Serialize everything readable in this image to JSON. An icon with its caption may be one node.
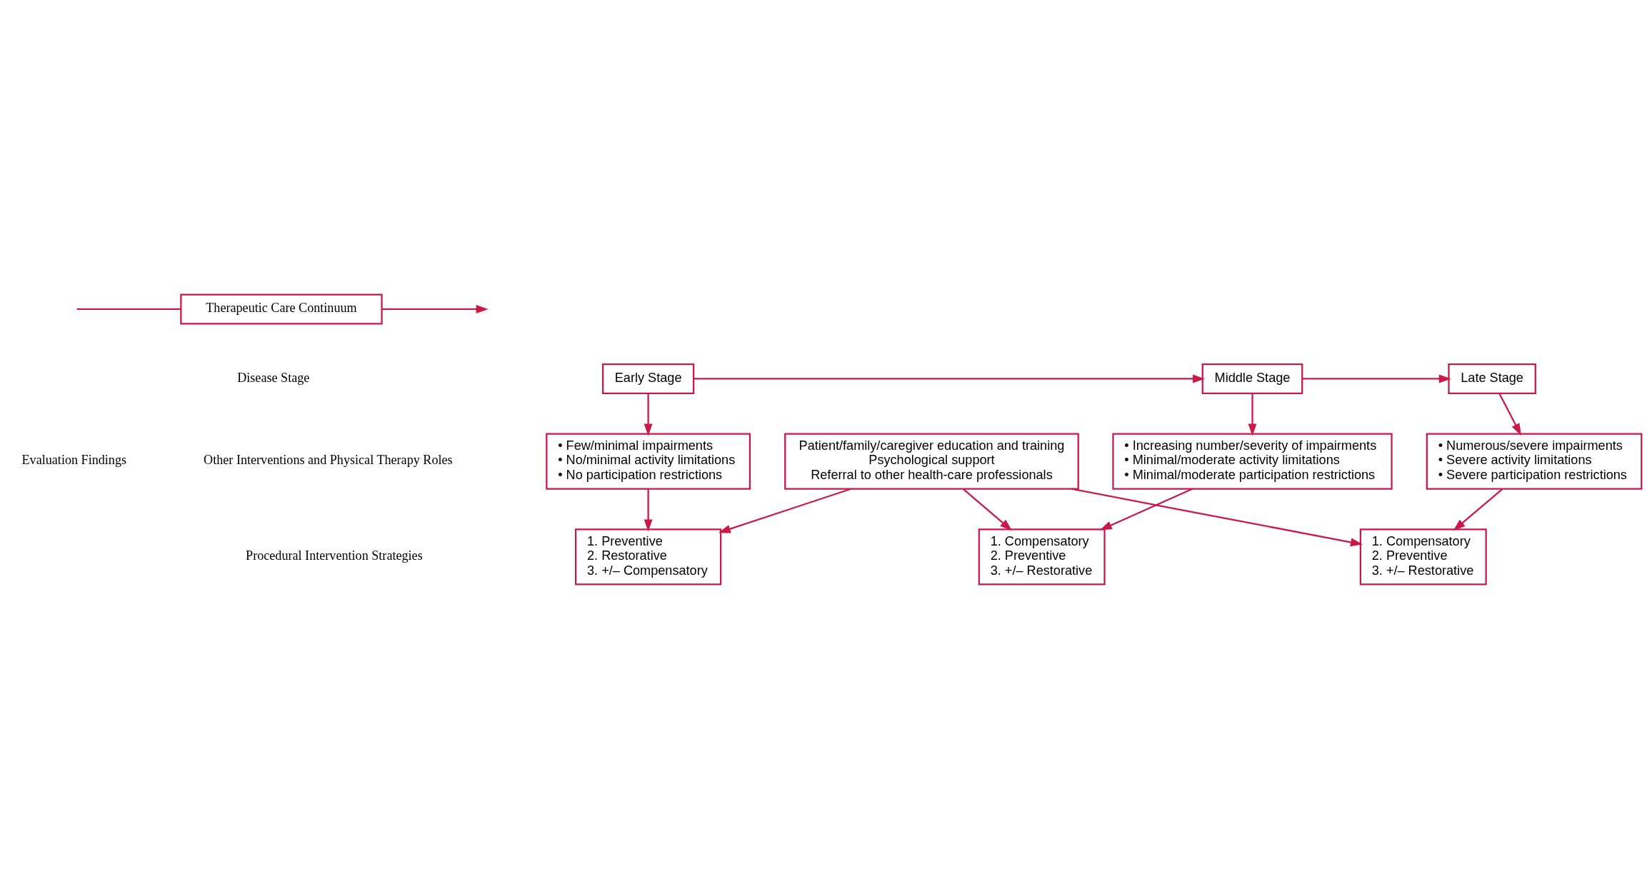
{
  "diagram": {
    "nodes": [
      {
        "text": [
          "Therapeutic Care Continuum"
        ]
      },
      {
        "text": [
          "Early Stage"
        ]
      },
      {
        "text": [
          "Middle Stage"
        ]
      },
      {
        "text": [
          "Late Stage"
        ]
      },
      {
        "text": [
          "• Few/minimal impairments",
          "• No/minimal activity limitations",
          "• No participation restrictions"
        ]
      },
      {
        "text": [
          "• Increasing number/severity of impairments",
          "• Minimal/moderate activity limitations",
          "• Minimal/moderate participation restrictions"
        ]
      },
      {
        "text": [
          "• Numerous/severe impairments",
          "• Severe activity limitations",
          "• Severe participation restrictions"
        ]
      },
      {
        "text": [
          "1. Preventive",
          "2. Restorative",
          "3. +/– Compensatory"
        ]
      },
      {
        "text": [
          "1. Compensatory",
          "2. Preventive",
          "3. +/– Restorative"
        ]
      },
      {
        "text": [
          "1. Compensatory",
          "2. Preventive",
          "3. +/– Restorative"
        ]
      },
      {
        "text": [
          "Patient/family/caregiver education and training",
          "Psychological support",
          "Referral to other health-care professionals"
        ]
      }
    ],
    "edges": [
      {
        "from": null,
        "to": 0,
        "arrow": "none"
      },
      {
        "from": 0,
        "to": null,
        "arrow": "to"
      },
      {
        "from": 1,
        "to": 2,
        "arrow": "to"
      },
      {
        "from": 2,
        "to": 3,
        "arrow": "to"
      },
      {
        "from": 1,
        "to": 4,
        "arrow": "to"
      },
      {
        "from": 2,
        "to": 5,
        "arrow": "to"
      },
      {
        "from": 3,
        "to": 6,
        "arrow": "to"
      },
      {
        "from": 4,
        "to": 7,
        "arrow": "to"
      },
      {
        "from": 5,
        "to": 8,
        "arrow": "to"
      },
      {
        "from": 6,
        "to": 9,
        "arrow": "to"
      },
      {
        "from": 10,
        "to": 7,
        "arrow": "to"
      },
      {
        "from": 10,
        "to": 8,
        "arrow": "to"
      },
      {
        "from": 10,
        "to": 9,
        "arrow": "to"
      }
    ],
    "labels": [
      "Disease Stage",
      "Evaluation Findings",
      "Procedural Intervention Strategies",
      "Other Interventions and Physical Therapy Roles"
    ]
  }
}
